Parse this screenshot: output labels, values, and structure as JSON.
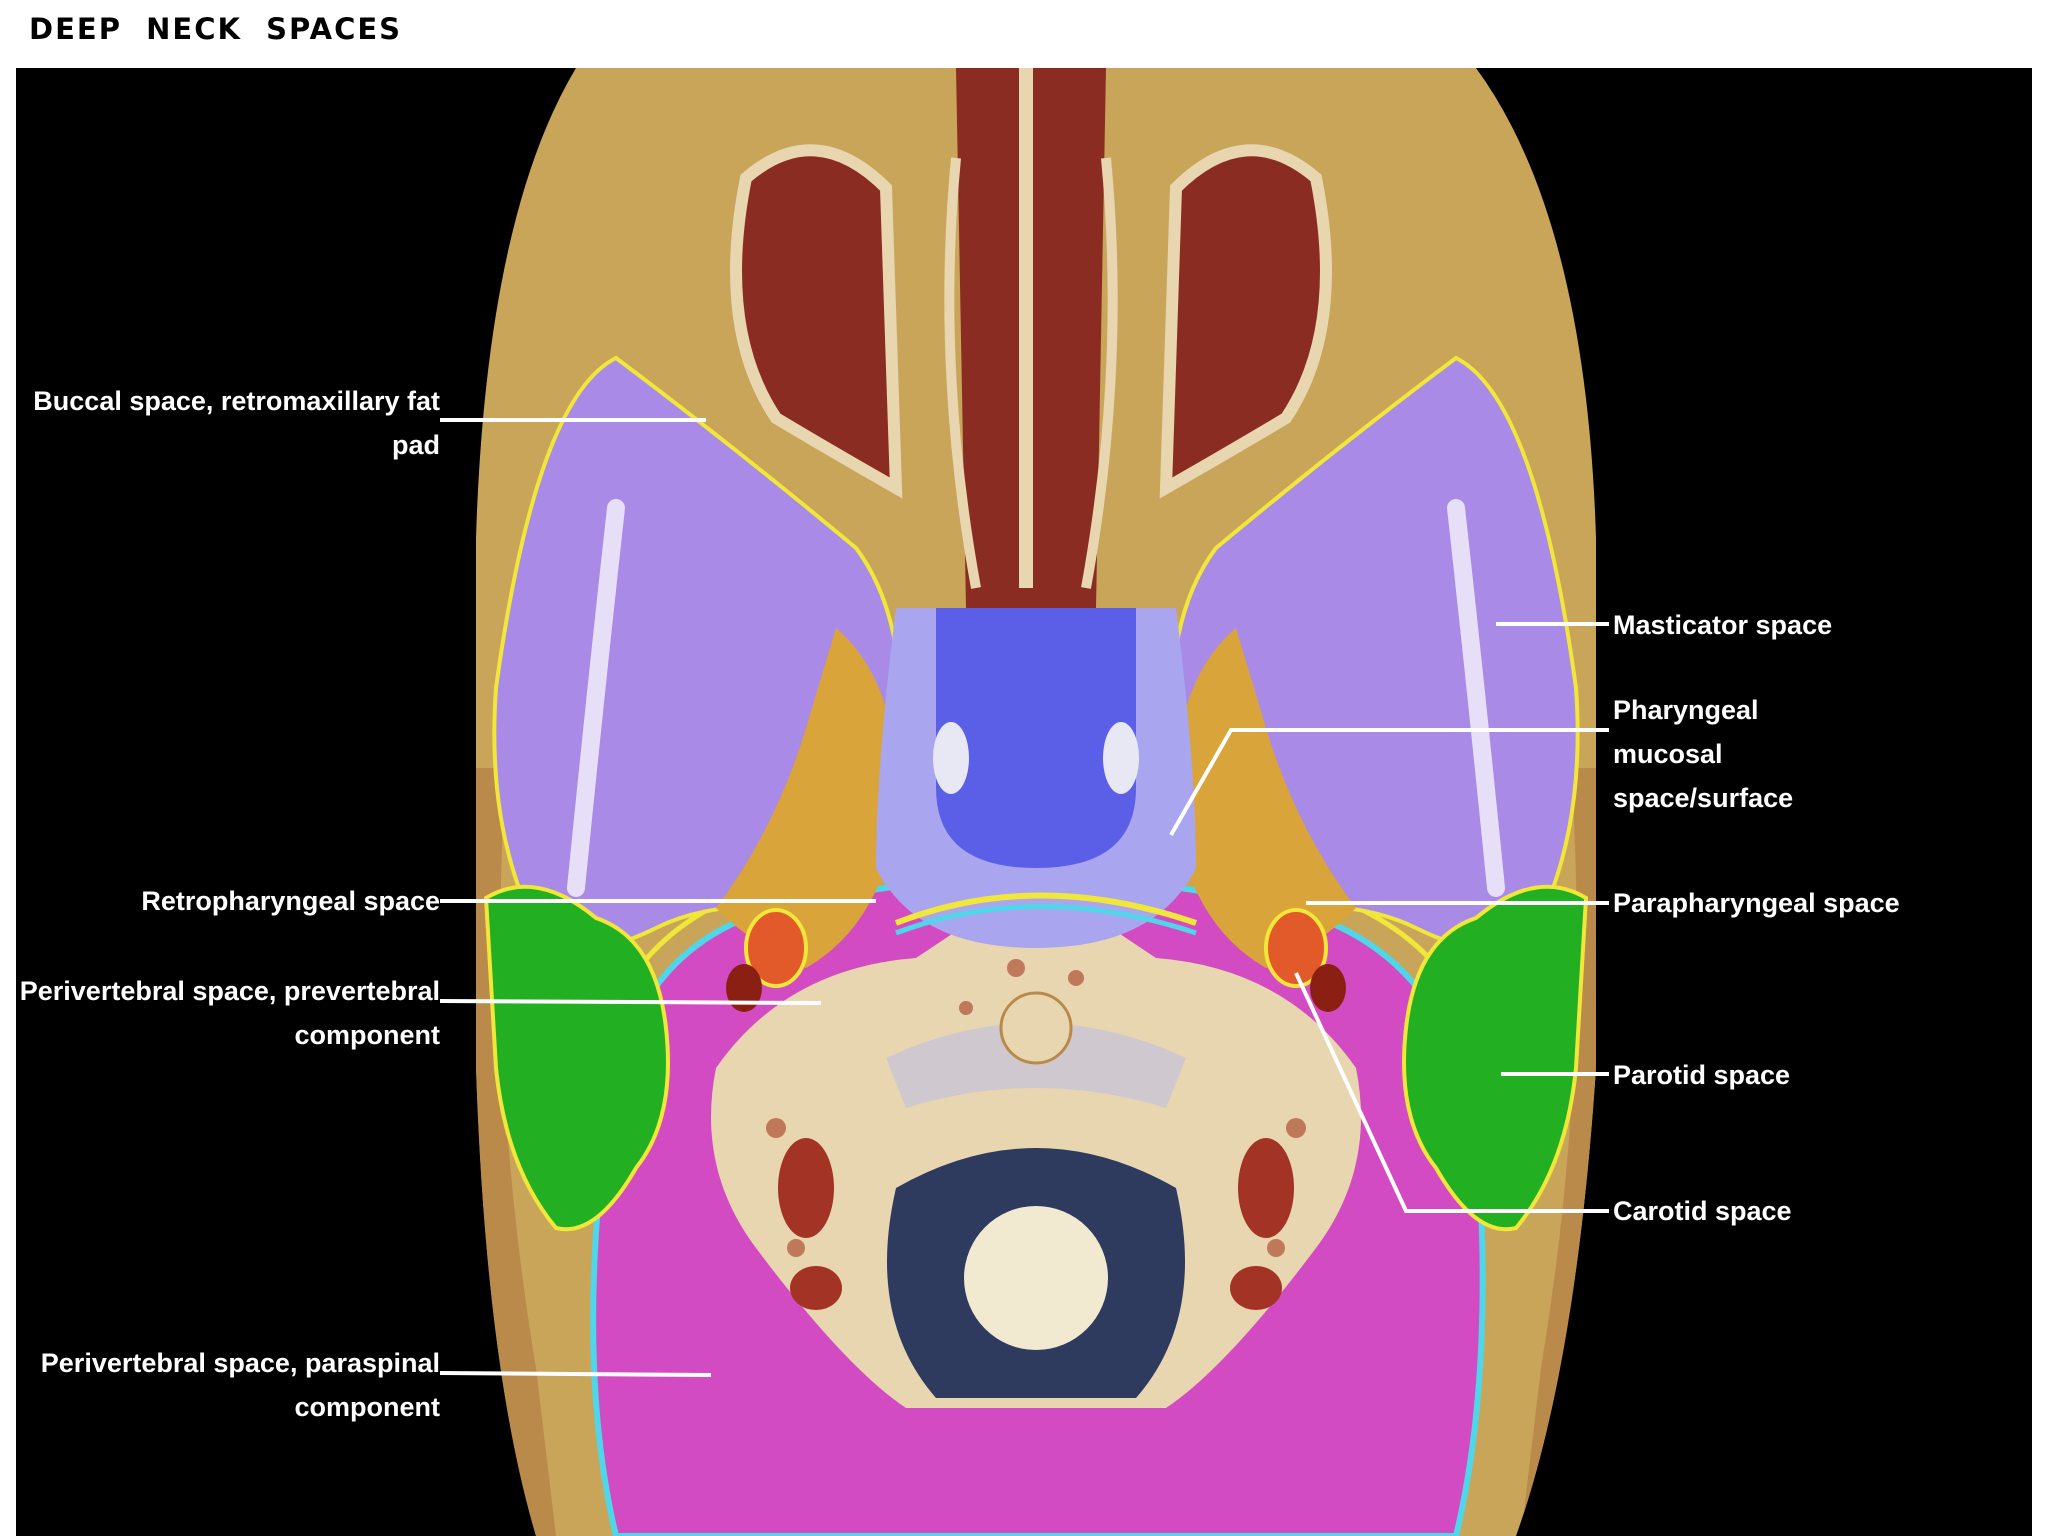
{
  "title": "DEEP  NECK  SPACES",
  "labels": {
    "buccal": "Buccal space, retromaxillary fat pad",
    "retropharyngeal": "Retropharyngeal space",
    "prevertebral": "Perivertebral space, prevertebral component",
    "paraspinal": "Perivertebral space, paraspinal component",
    "masticator": "Masticator space",
    "pharyngeal_mucosal": "Pharyngeal mucosal space/surface",
    "parapharyngeal": "Parapharyngeal space",
    "parotid": "Parotid space",
    "carotid": "Carotid space"
  },
  "colors": {
    "background": "#000000",
    "fat": "#c9a55a",
    "masticator": "#a98ae6",
    "pharyngeal_mucosal": "#5b5fe8",
    "parotid": "#22b022",
    "perivertebral": "#d24bc2",
    "parapharyngeal": "#d9a43a",
    "carotid": "#e35a2a",
    "airway": "#8b2c22",
    "bone": "#e8d6b0",
    "fascia_yellow": "#f1e63a",
    "fascia_cyan": "#4fd6e8"
  }
}
